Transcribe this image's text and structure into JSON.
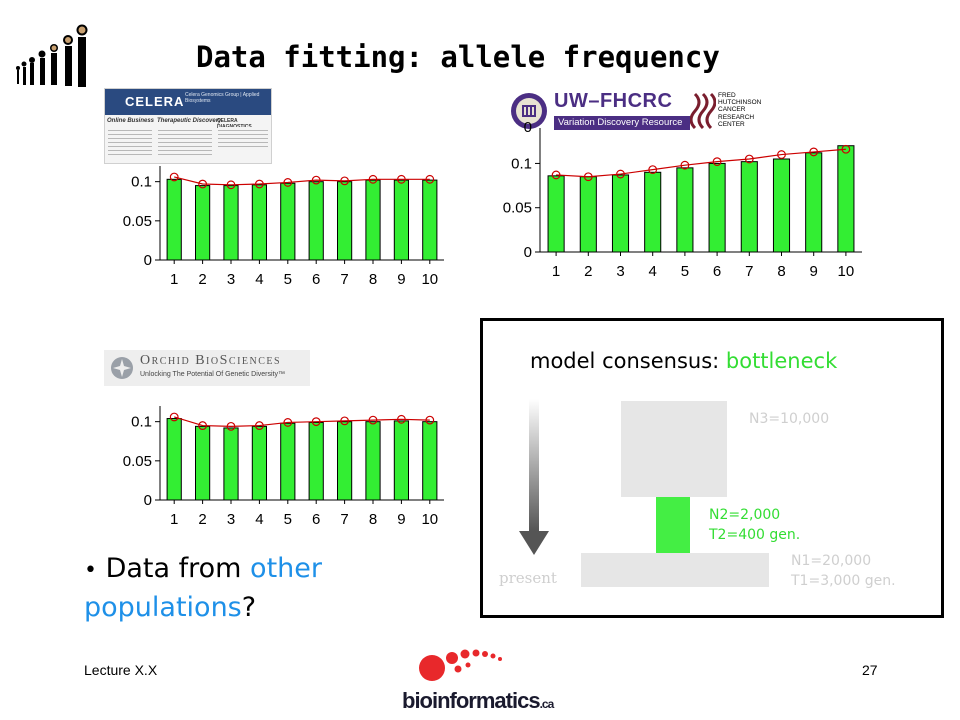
{
  "title": "Data fitting: allele frequency",
  "logos": {
    "celera": {
      "name": "CELERA",
      "tagline": "Celera Genomics Group | Applied Biosystems",
      "columns": [
        "Online Business",
        "Therapeutic Discovery",
        "CELERA DIAGNOSTICS"
      ]
    },
    "uw_fhcrc": {
      "name": "UW–FHCRC",
      "subtitle": "Variation Discovery Resource",
      "fhcrc_lines": [
        "FRED",
        "HUTCHINSON",
        "CANCER",
        "RESEARCH",
        "CENTER"
      ]
    },
    "orchid": {
      "name": "Orchid BioSciences",
      "tagline": "Unlocking The Potential Of Genetic Diversity™"
    },
    "bioinformatics": {
      "text": "bioinformatics",
      "suffix": ".ca"
    }
  },
  "chart_data": [
    {
      "type": "bar",
      "categories": [
        "1",
        "2",
        "3",
        "4",
        "5",
        "6",
        "7",
        "8",
        "9",
        "10"
      ],
      "series": [
        {
          "values": [
            0.103,
            0.095,
            0.095,
            0.096,
            0.098,
            0.1,
            0.1,
            0.102,
            0.102,
            0.102
          ]
        },
        {
          "values": [
            0.106,
            0.097,
            0.096,
            0.097,
            0.099,
            0.102,
            0.101,
            0.103,
            0.103,
            0.103
          ]
        }
      ],
      "y_ticks": [
        "0",
        "0.05",
        "0.1"
      ],
      "ylim": [
        0,
        0.12
      ],
      "colors": {
        "bar": "#33ee33",
        "fit": "#cc0000"
      }
    },
    {
      "type": "bar",
      "categories": [
        "1",
        "2",
        "3",
        "4",
        "5",
        "6",
        "7",
        "8",
        "9",
        "10"
      ],
      "series": [
        {
          "values": [
            0.086,
            0.085,
            0.087,
            0.09,
            0.095,
            0.1,
            0.102,
            0.105,
            0.112,
            0.12
          ]
        },
        {
          "values": [
            0.087,
            0.085,
            0.088,
            0.093,
            0.098,
            0.102,
            0.105,
            0.11,
            0.113,
            0.116
          ]
        }
      ],
      "y_ticks": [
        "0",
        "0.05",
        "0.1"
      ],
      "y_tick_top": "0",
      "ylim": [
        0,
        0.14
      ],
      "colors": {
        "bar": "#33ee33",
        "fit": "#cc0000"
      }
    },
    {
      "type": "bar",
      "categories": [
        "1",
        "2",
        "3",
        "4",
        "5",
        "6",
        "7",
        "8",
        "9",
        "10"
      ],
      "series": [
        {
          "values": [
            0.104,
            0.094,
            0.092,
            0.094,
            0.098,
            0.099,
            0.1,
            0.1,
            0.101,
            0.1
          ]
        },
        {
          "values": [
            0.106,
            0.095,
            0.094,
            0.095,
            0.099,
            0.1,
            0.101,
            0.102,
            0.103,
            0.102
          ]
        }
      ],
      "y_ticks": [
        "0",
        "0.05",
        "0.1"
      ],
      "ylim": [
        0,
        0.12
      ],
      "colors": {
        "bar": "#33ee33",
        "fit": "#cc0000"
      }
    }
  ],
  "bullet": {
    "prefix": "Data from ",
    "highlight": "other populations",
    "suffix": "?"
  },
  "model": {
    "heading": "model consensus: ",
    "heading_highlight": "bottleneck",
    "n3": "N3=10,000",
    "n2": "N2=2,000",
    "t2": "T2=400 gen.",
    "n1": "N1=20,000",
    "t1": "T1=3,000 gen.",
    "present": "present",
    "colors": {
      "highlight": "#33dd33",
      "bottleneck": "#44ee44",
      "block": "#e6e6e6",
      "faded": "#cfcfcf"
    }
  },
  "footer": {
    "left": "Lecture X.X",
    "right": "27"
  }
}
